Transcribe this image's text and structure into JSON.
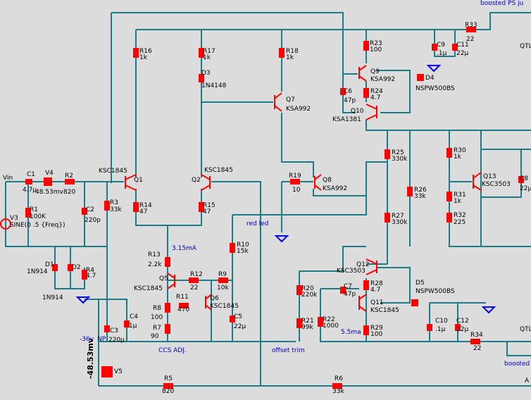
{
  "title": "",
  "notes": {
    "boosted_top": "boosted PS ju",
    "boosted_bottom": "boosted",
    "qtl_top": "QTL",
    "qtl_bottom": "QTL",
    "ccs_adj": "CCS ADJ.",
    "offset_trim": "offset trim",
    "red_led": "red led",
    "current_315": "3.15mA",
    "current_55": "5.5ma",
    "vin": "Vin",
    "v4_value": "48.53mv",
    "v5_value": "-48.53mv",
    "sine": "SINE(0 .5 {Freq})",
    "minus36": "-36v",
    "np": "NP",
    "cut_a": "A"
  },
  "components": [
    {
      "id": "c1",
      "ref": "C1",
      "value": "4.7µ"
    },
    {
      "id": "v4",
      "ref": "V4",
      "value": ""
    },
    {
      "id": "r2",
      "ref": "R2",
      "value": "820"
    },
    {
      "id": "r1",
      "ref": "R1",
      "value": "100K"
    },
    {
      "id": "v3",
      "ref": "V3",
      "value": ""
    },
    {
      "id": "c2",
      "ref": "C2",
      "value": "220p"
    },
    {
      "id": "r3",
      "ref": "R3",
      "value": "33k"
    },
    {
      "id": "d1",
      "ref": "D1",
      "value": "1N914"
    },
    {
      "id": "d2",
      "ref": "D2",
      "value": "1N914"
    },
    {
      "id": "r4",
      "ref": "R4",
      "value": "4.7"
    },
    {
      "id": "q1",
      "ref": "Q1",
      "value": "KSC1845"
    },
    {
      "id": "r16",
      "ref": "R16",
      "value": "1k"
    },
    {
      "id": "r14",
      "ref": "R14",
      "value": "47"
    },
    {
      "id": "q2",
      "ref": "Q2",
      "value": "KSC1845"
    },
    {
      "id": "r17",
      "ref": "R17",
      "value": "1k"
    },
    {
      "id": "d3",
      "ref": "D3",
      "value": "1N4148"
    },
    {
      "id": "r15",
      "ref": "R15",
      "value": "47"
    },
    {
      "id": "r18",
      "ref": "R18",
      "value": "1k"
    },
    {
      "id": "q7",
      "ref": "Q7",
      "value": "KSA992"
    },
    {
      "id": "r19",
      "ref": "R19",
      "value": "10"
    },
    {
      "id": "q8",
      "ref": "Q8",
      "value": "KSA992"
    },
    {
      "id": "r13",
      "ref": "R13",
      "value": "2.2k"
    },
    {
      "id": "q5",
      "ref": "Q5",
      "value": "KSC1845"
    },
    {
      "id": "r12",
      "ref": "R12",
      "value": "22"
    },
    {
      "id": "r9",
      "ref": "R9",
      "value": "10k"
    },
    {
      "id": "r11",
      "ref": "R11",
      "value": "470"
    },
    {
      "id": "q6",
      "ref": "Q6",
      "value": "KSC1845"
    },
    {
      "id": "r8",
      "ref": "R8",
      "value": "100"
    },
    {
      "id": "r7",
      "ref": "R7",
      "value": "90"
    },
    {
      "id": "r10",
      "ref": "R10",
      "value": "15k"
    },
    {
      "id": "c5",
      "ref": "C5",
      "value": "22µ"
    },
    {
      "id": "c4",
      "ref": "C4",
      "value": ".1µ"
    },
    {
      "id": "c3",
      "ref": "C3",
      "value": "220µ"
    },
    {
      "id": "v5",
      "ref": "V5",
      "value": ""
    },
    {
      "id": "r5",
      "ref": "R5",
      "value": "820"
    },
    {
      "id": "r6",
      "ref": "R6",
      "value": "33k"
    },
    {
      "id": "r20",
      "ref": "R20",
      "value": "220k"
    },
    {
      "id": "r21",
      "ref": "R21",
      "value": "99k"
    },
    {
      "id": "r22",
      "ref": "R22",
      "value": "1000"
    },
    {
      "id": "r23",
      "ref": "R23",
      "value": "100"
    },
    {
      "id": "q9",
      "ref": "Q9",
      "value": "KSA992"
    },
    {
      "id": "c6",
      "ref": "C6",
      "value": "47p"
    },
    {
      "id": "r24",
      "ref": "R24",
      "value": "4.7"
    },
    {
      "id": "q10",
      "ref": "Q10",
      "value": "KSA1381"
    },
    {
      "id": "d4",
      "ref": "D4",
      "value": "NSPW500BS"
    },
    {
      "id": "c9",
      "ref": "C9",
      "value": ".1µ"
    },
    {
      "id": "c11",
      "ref": "C11",
      "value": "22µ"
    },
    {
      "id": "r33",
      "ref": "R33",
      "value": "22"
    },
    {
      "id": "r25",
      "ref": "R25",
      "value": "330k"
    },
    {
      "id": "r26",
      "ref": "R26",
      "value": "33k"
    },
    {
      "id": "r27",
      "ref": "R27",
      "value": "330k"
    },
    {
      "id": "r30",
      "ref": "R30",
      "value": "1k"
    },
    {
      "id": "q13",
      "ref": "Q13",
      "value": "KSC3503"
    },
    {
      "id": "r31",
      "ref": "R31",
      "value": "1k"
    },
    {
      "id": "r32",
      "ref": "R32",
      "value": "225"
    },
    {
      "id": "c8",
      "ref": "C8",
      "value": "22µ"
    },
    {
      "id": "q12",
      "ref": "Q12",
      "value": "KSC3503"
    },
    {
      "id": "r28",
      "ref": "R28",
      "value": "4.7"
    },
    {
      "id": "c7",
      "ref": "C7",
      "value": "47p"
    },
    {
      "id": "q11",
      "ref": "Q11",
      "value": "KSC1845"
    },
    {
      "id": "r29",
      "ref": "R29",
      "value": "100"
    },
    {
      "id": "d5",
      "ref": "D5",
      "value": "NSPW500BS"
    },
    {
      "id": "c10",
      "ref": "C10",
      "value": ".1µ"
    },
    {
      "id": "c12",
      "ref": "C12",
      "value": "22µ"
    },
    {
      "id": "r34",
      "ref": "R34",
      "value": "22"
    }
  ],
  "colors": {
    "wire": "#1c7b86",
    "part": "#ff0000",
    "ground": "#0000ff",
    "label_blue": "#0000cc",
    "background": "#dcdcdc"
  }
}
